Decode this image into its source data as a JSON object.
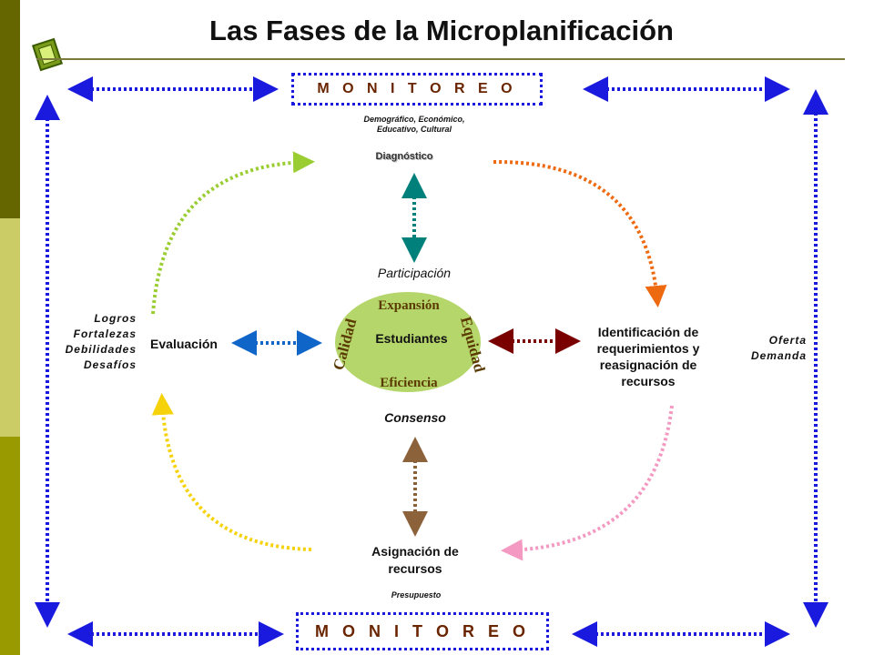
{
  "title": "Las Fases de la Microplanificación",
  "monitoring": {
    "top_label": "M O N I T O R E O",
    "bottom_label": "M O N I T O R E O"
  },
  "phases": {
    "diagnostico": "Diagnóstico",
    "diagnostico_detail_line1": "Demográfico,  Económico,",
    "diagnostico_detail_line2": "Educativo,  Cultural",
    "identificacion": "Identificación de requerimientos y reasignación de recursos",
    "asignacion": "Asignación de recursos",
    "asignacion_detail": "Presupuesto",
    "evaluacion": "Evaluación"
  },
  "center": {
    "label": "Estudiantes",
    "top_word": "Expansión",
    "bottom_word": "Eficiencia",
    "left_word": "Calidad",
    "right_word": "Equidad",
    "participacion": "Participación",
    "consenso": "Consenso"
  },
  "left_notes": [
    "Logros",
    "Fortalezas",
    "Debilidades",
    "Desafíos"
  ],
  "right_notes": [
    "Oferta",
    "Demanda"
  ],
  "colors": {
    "sidebar": [
      "#666600",
      "#cccc66",
      "#999900"
    ],
    "monitor_arrows": "#1a1adf",
    "ellipse": "#b5d66a",
    "arc_top_left": "#9acd32",
    "arc_top_right": "#ee6a10",
    "arc_bottom_right": "#f49ac2",
    "arc_bottom_left": "#f5d20a",
    "arrow_diagnostico": "#00807a",
    "arrow_identificacion": "#7a0000",
    "arrow_asignacion": "#8b6239",
    "arrow_evaluacion": "#1065c8"
  }
}
